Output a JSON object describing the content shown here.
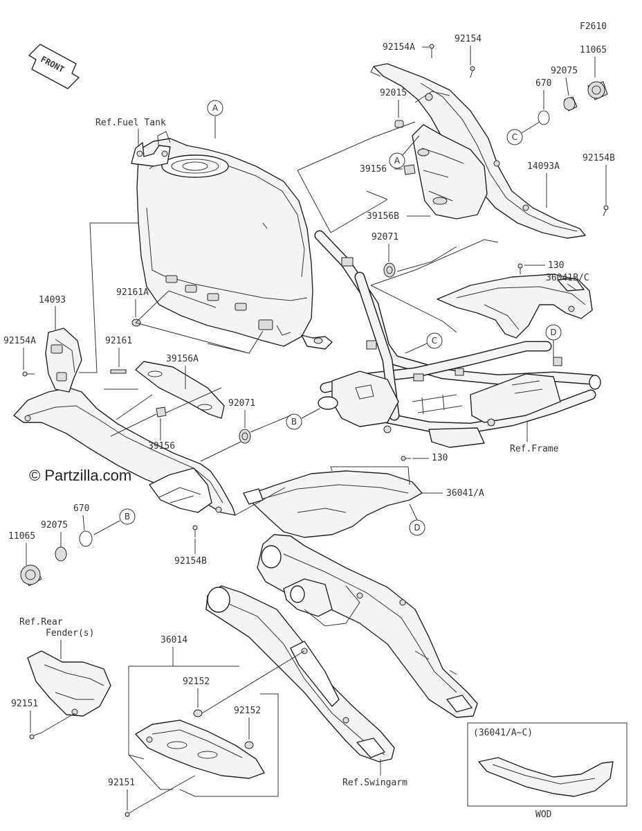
{
  "figure_code": "F2610",
  "front_badge": "FRONT",
  "copyright": "© Partzilla.com",
  "refs": {
    "fuel_tank": "Ref.Fuel Tank",
    "frame": "Ref.Frame",
    "rear_fender_line1": "Ref.Rear",
    "rear_fender_line2": "Fender(s)",
    "swingarm": "Ref.Swingarm"
  },
  "callouts": {
    "a_tank": "A",
    "a_cover": "A",
    "b_frame": "B",
    "b_grommet": "B",
    "c_frame": "C",
    "c_ring": "C",
    "d_right": "D",
    "d_lower": "D"
  },
  "part_labels": {
    "p92154A_top": "92154A",
    "p92154_top": "92154",
    "p11065_top": "11065",
    "p92075_top": "92075",
    "p670_top": "670",
    "p92015": "92015",
    "p39156_top": "39156",
    "p39156B": "39156B",
    "p14093A": "14093A",
    "p92154B_right": "92154B",
    "p92071_top": "92071",
    "p130_top": "130",
    "p36041BC": "36041B/C",
    "p92161A": "92161A",
    "p14093": "14093",
    "p92154A_left": "92154A",
    "p92161": "92161",
    "p39156A": "39156A",
    "p92071_mid": "92071",
    "p39156_mid": "39156",
    "p130_mid": "130",
    "p36041A": "36041/A",
    "p670_left": "670",
    "p92075_left": "92075",
    "p11065_left": "11065",
    "p92154B_left": "92154B",
    "p36014": "36014",
    "p92152_a": "92152",
    "p92152_b": "92152",
    "p92151_left": "92151",
    "p92151_bottom": "92151"
  },
  "inset": {
    "title": "(36041/A~C)",
    "caption": "WOD"
  }
}
